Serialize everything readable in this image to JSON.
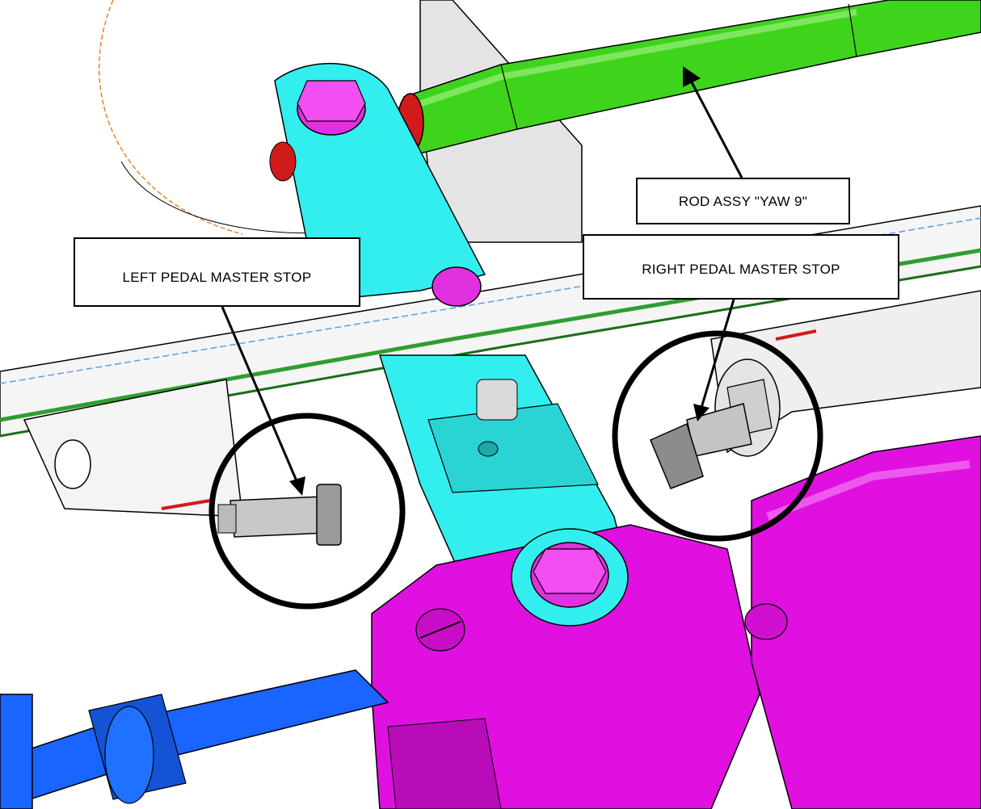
{
  "figure": {
    "callouts": {
      "rod_assy": "ROD ASSY \"YAW 9\"",
      "left_stop": "LEFT PEDAL MASTER STOP",
      "right_stop": "RIGHT PEDAL MASTER STOP"
    },
    "colors": {
      "rod": "#3fd41c",
      "lever": "#33eeee",
      "housing": "#e010e0",
      "cable": "#1a64ff",
      "bolt": "#e030e0",
      "structure": "#f2f2f2",
      "outline": "#000000"
    }
  }
}
